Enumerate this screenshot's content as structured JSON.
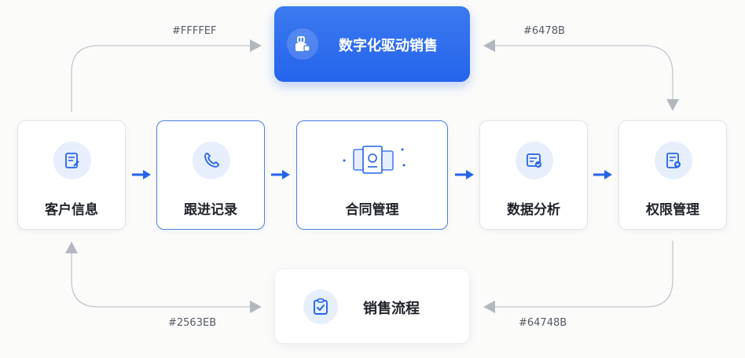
{
  "top": {
    "label": "数字化驱动销售",
    "icon": "shop-bag-icon"
  },
  "bottom": {
    "label": "销售流程",
    "icon": "clipboard-check-icon"
  },
  "nodes": [
    {
      "label": "客户信息",
      "icon": "edit-document-icon"
    },
    {
      "label": "跟进记录",
      "icon": "phone-icon"
    },
    {
      "label": "合同管理",
      "icon": "contract-documents-icon"
    },
    {
      "label": "数据分析",
      "icon": "verified-form-icon"
    },
    {
      "label": "权限管理",
      "icon": "permission-document-icon"
    }
  ],
  "hex_labels": {
    "top_left": "#FFFFEF",
    "top_right": "#6478B",
    "bottom_left": "#2563EB",
    "bottom_right": "#64748B"
  },
  "colors": {
    "accent": "#2563EB",
    "arrow_blue": "#2563EB",
    "curve_gray": "#b7bcc4",
    "icon_bg": "#e7eefc",
    "text": "#1f2329"
  }
}
